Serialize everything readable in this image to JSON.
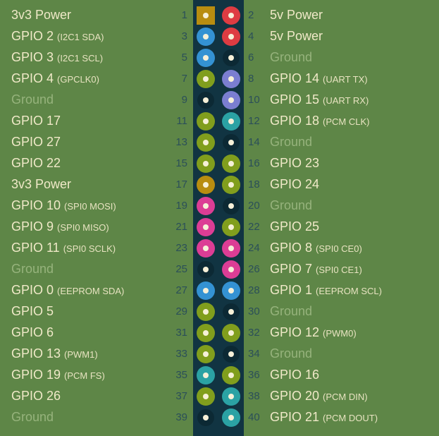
{
  "colors": {
    "background": "#5e8647",
    "strip": "#113442",
    "label": "#f0e9c8",
    "ground_label": "#96b37c",
    "number": "#2b4f59",
    "pin_dot": "#f6f0d8",
    "types": {
      "power3v3": "#b88d10",
      "power5v": "#de3c42",
      "i2c": "#3492d3",
      "gpio": "#819e1d",
      "uart": "#7b7ed1",
      "spi": "#dc3d95",
      "pcm": "#2ba2a4",
      "ground": "#0c2934"
    }
  },
  "rows": [
    {
      "left": {
        "number": "1",
        "label": "3v3 Power",
        "sub": "",
        "type": "power3v3",
        "shape": "square"
      },
      "right": {
        "number": "2",
        "label": "5v Power",
        "sub": "",
        "type": "power5v",
        "shape": "circle"
      }
    },
    {
      "left": {
        "number": "3",
        "label": "GPIO 2",
        "sub": "(I2C1 SDA)",
        "type": "i2c",
        "shape": "circle"
      },
      "right": {
        "number": "4",
        "label": "5v Power",
        "sub": "",
        "type": "power5v",
        "shape": "circle"
      }
    },
    {
      "left": {
        "number": "5",
        "label": "GPIO 3",
        "sub": "(I2C1 SCL)",
        "type": "i2c",
        "shape": "circle"
      },
      "right": {
        "number": "6",
        "label": "Ground",
        "sub": "",
        "type": "ground",
        "shape": "circle"
      }
    },
    {
      "left": {
        "number": "7",
        "label": "GPIO 4",
        "sub": "(GPCLK0)",
        "type": "gpio",
        "shape": "circle"
      },
      "right": {
        "number": "8",
        "label": "GPIO 14",
        "sub": "(UART TX)",
        "type": "uart",
        "shape": "circle"
      }
    },
    {
      "left": {
        "number": "9",
        "label": "Ground",
        "sub": "",
        "type": "ground",
        "shape": "circle"
      },
      "right": {
        "number": "10",
        "label": "GPIO 15",
        "sub": "(UART RX)",
        "type": "uart",
        "shape": "circle"
      }
    },
    {
      "left": {
        "number": "11",
        "label": "GPIO 17",
        "sub": "",
        "type": "gpio",
        "shape": "circle"
      },
      "right": {
        "number": "12",
        "label": "GPIO 18",
        "sub": "(PCM CLK)",
        "type": "pcm",
        "shape": "circle"
      }
    },
    {
      "left": {
        "number": "13",
        "label": "GPIO 27",
        "sub": "",
        "type": "gpio",
        "shape": "circle"
      },
      "right": {
        "number": "14",
        "label": "Ground",
        "sub": "",
        "type": "ground",
        "shape": "circle"
      }
    },
    {
      "left": {
        "number": "15",
        "label": "GPIO 22",
        "sub": "",
        "type": "gpio",
        "shape": "circle"
      },
      "right": {
        "number": "16",
        "label": "GPIO 23",
        "sub": "",
        "type": "gpio",
        "shape": "circle"
      }
    },
    {
      "left": {
        "number": "17",
        "label": "3v3 Power",
        "sub": "",
        "type": "power3v3",
        "shape": "circle"
      },
      "right": {
        "number": "18",
        "label": "GPIO 24",
        "sub": "",
        "type": "gpio",
        "shape": "circle"
      }
    },
    {
      "left": {
        "number": "19",
        "label": "GPIO 10",
        "sub": "(SPI0 MOSI)",
        "type": "spi",
        "shape": "circle"
      },
      "right": {
        "number": "20",
        "label": "Ground",
        "sub": "",
        "type": "ground",
        "shape": "circle"
      }
    },
    {
      "left": {
        "number": "21",
        "label": "GPIO 9",
        "sub": "(SPI0 MISO)",
        "type": "spi",
        "shape": "circle"
      },
      "right": {
        "number": "22",
        "label": "GPIO 25",
        "sub": "",
        "type": "gpio",
        "shape": "circle"
      }
    },
    {
      "left": {
        "number": "23",
        "label": "GPIO 11",
        "sub": "(SPI0 SCLK)",
        "type": "spi",
        "shape": "circle"
      },
      "right": {
        "number": "24",
        "label": "GPIO 8",
        "sub": "(SPI0 CE0)",
        "type": "spi",
        "shape": "circle"
      }
    },
    {
      "left": {
        "number": "25",
        "label": "Ground",
        "sub": "",
        "type": "ground",
        "shape": "circle"
      },
      "right": {
        "number": "26",
        "label": "GPIO 7",
        "sub": "(SPI0 CE1)",
        "type": "spi",
        "shape": "circle"
      }
    },
    {
      "left": {
        "number": "27",
        "label": "GPIO 0",
        "sub": "(EEPROM SDA)",
        "type": "i2c",
        "shape": "circle"
      },
      "right": {
        "number": "28",
        "label": "GPIO 1",
        "sub": "(EEPROM SCL)",
        "type": "i2c",
        "shape": "circle"
      }
    },
    {
      "left": {
        "number": "29",
        "label": "GPIO 5",
        "sub": "",
        "type": "gpio",
        "shape": "circle"
      },
      "right": {
        "number": "30",
        "label": "Ground",
        "sub": "",
        "type": "ground",
        "shape": "circle"
      }
    },
    {
      "left": {
        "number": "31",
        "label": "GPIO 6",
        "sub": "",
        "type": "gpio",
        "shape": "circle"
      },
      "right": {
        "number": "32",
        "label": "GPIO 12",
        "sub": "(PWM0)",
        "type": "gpio",
        "shape": "circle"
      }
    },
    {
      "left": {
        "number": "33",
        "label": "GPIO 13",
        "sub": "(PWM1)",
        "type": "gpio",
        "shape": "circle"
      },
      "right": {
        "number": "34",
        "label": "Ground",
        "sub": "",
        "type": "ground",
        "shape": "circle"
      }
    },
    {
      "left": {
        "number": "35",
        "label": "GPIO 19",
        "sub": "(PCM FS)",
        "type": "pcm",
        "shape": "circle"
      },
      "right": {
        "number": "36",
        "label": "GPIO 16",
        "sub": "",
        "type": "gpio",
        "shape": "circle"
      }
    },
    {
      "left": {
        "number": "37",
        "label": "GPIO 26",
        "sub": "",
        "type": "gpio",
        "shape": "circle"
      },
      "right": {
        "number": "38",
        "label": "GPIO 20",
        "sub": "(PCM DIN)",
        "type": "pcm",
        "shape": "circle"
      }
    },
    {
      "left": {
        "number": "39",
        "label": "Ground",
        "sub": "",
        "type": "ground",
        "shape": "circle"
      },
      "right": {
        "number": "40",
        "label": "GPIO 21",
        "sub": "(PCM DOUT)",
        "type": "pcm",
        "shape": "circle"
      }
    }
  ]
}
